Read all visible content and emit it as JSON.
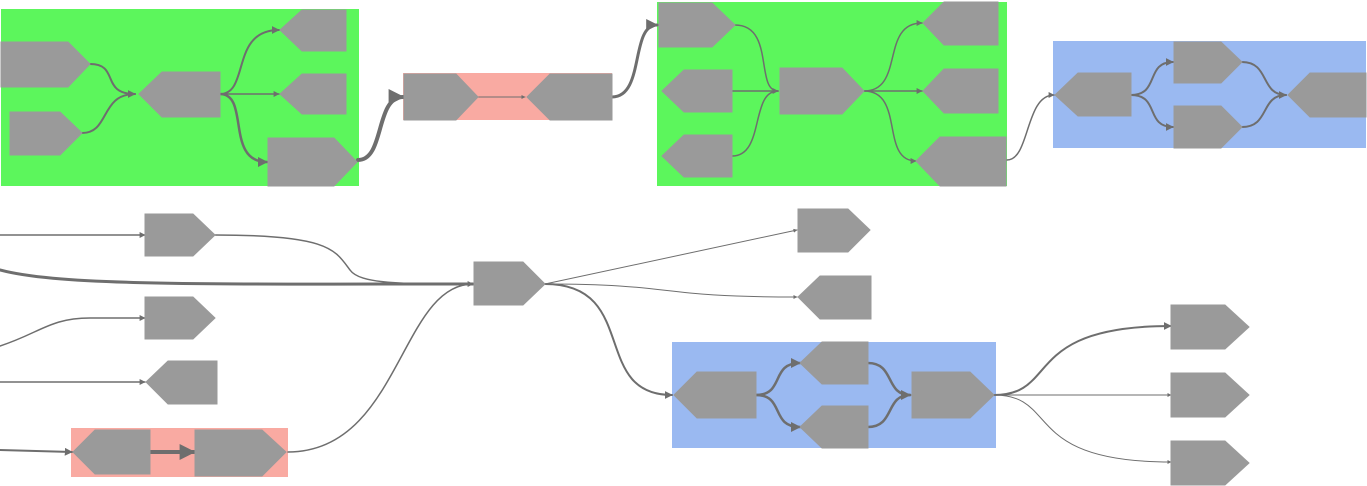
{
  "colors": {
    "background": "#ffffff",
    "group_green": "#5cf65c",
    "group_red": "#f9aaa2",
    "group_blue": "#9ab9f1",
    "node": "#9a9a9a",
    "edge": "#6e6e6e"
  },
  "groups": [
    {
      "id": "g1",
      "color": "group_green"
    },
    {
      "id": "g2",
      "color": "group_red"
    },
    {
      "id": "g3",
      "color": "group_green"
    },
    {
      "id": "g4",
      "color": "group_blue"
    },
    {
      "id": "g5",
      "color": "group_red"
    },
    {
      "id": "g6",
      "color": "group_blue"
    }
  ],
  "node_shapes": {
    "n1": "arrow-right",
    "n2": "arrow-right",
    "n3": "arrow-left",
    "n4": "arrow-left",
    "n5": "arrow-left",
    "n6": "arrow-right",
    "n7": "arrow-right",
    "n8": "arrow-left",
    "n9": "arrow-right",
    "n10": "arrow-left",
    "n11": "arrow-left",
    "n12": "arrow-right",
    "n13": "arrow-left",
    "n14": "arrow-left",
    "n15": "arrow-left",
    "n16": "arrow-left",
    "n17": "arrow-right",
    "n18": "arrow-left",
    "n19": "arrow-left",
    "b1": "arrow-right",
    "b2": "arrow-right",
    "b3": "arrow-left",
    "b4": "arrow-left",
    "b5": "arrow-right",
    "b6": "arrow-right",
    "b7": "arrow-right",
    "b8": "arrow-left",
    "b9": "arrow-left",
    "b10": "arrow-left",
    "b11": "arrow-left",
    "b12": "arrow-left",
    "b13": "arrow-right",
    "b14": "arrow-right",
    "b15": "arrow-right",
    "b16": "arrow-right"
  },
  "edges": [
    {
      "from": "n1",
      "to": "n3"
    },
    {
      "from": "n2",
      "to": "n3"
    },
    {
      "from": "n3",
      "to": "n4"
    },
    {
      "from": "n3",
      "to": "n5"
    },
    {
      "from": "n3",
      "to": "n6"
    },
    {
      "from": "n6",
      "to": "n7"
    },
    {
      "from": "n7",
      "to": "n8"
    },
    {
      "from": "n8",
      "to": "n9"
    },
    {
      "from": "n9",
      "to": "n12"
    },
    {
      "from": "n10",
      "to": "n12"
    },
    {
      "from": "n11",
      "to": "n12"
    },
    {
      "from": "n12",
      "to": "n13"
    },
    {
      "from": "n12",
      "to": "n14"
    },
    {
      "from": "n12",
      "to": "n15"
    },
    {
      "from": "n15",
      "to": "n16"
    },
    {
      "from": "n16",
      "to": "n17"
    },
    {
      "from": "n16",
      "to": "n18"
    },
    {
      "from": "n17",
      "to": "n19"
    },
    {
      "from": "n18",
      "to": "n19"
    },
    {
      "from": "b1",
      "to": "b7"
    },
    {
      "from": "b7",
      "to": "b8"
    },
    {
      "from": "b7",
      "to": "b9"
    },
    {
      "from": "b7",
      "to": "b10"
    },
    {
      "from": "b10",
      "to": "b11"
    },
    {
      "from": "b10",
      "to": "b12"
    },
    {
      "from": "b11",
      "to": "b13"
    },
    {
      "from": "b12",
      "to": "b13"
    },
    {
      "from": "b13",
      "to": "b14"
    },
    {
      "from": "b13",
      "to": "b15"
    },
    {
      "from": "b13",
      "to": "b16"
    },
    {
      "from": "b5",
      "to": "b6"
    },
    {
      "from": "b6",
      "to": "b7"
    }
  ]
}
